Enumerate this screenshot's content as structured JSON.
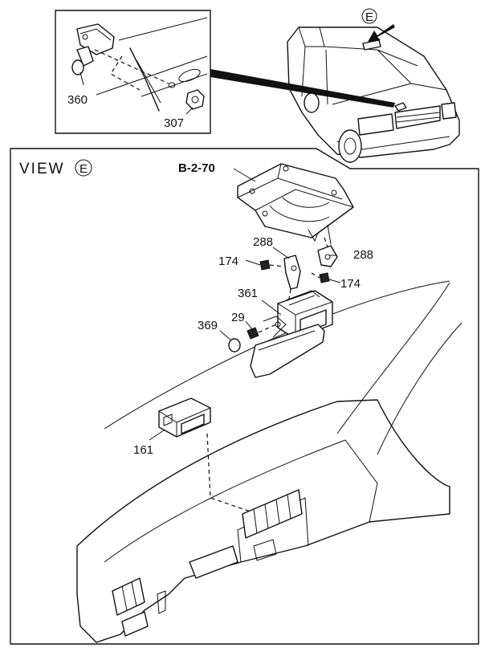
{
  "view": {
    "label": "VIEW",
    "callout": "E"
  },
  "truck_callout": "E",
  "parts": {
    "p360": "360",
    "p307": "307",
    "ref": "B-2-70",
    "p288a": "288",
    "p288b": "288",
    "p174a": "174",
    "p174b": "174",
    "p361": "361",
    "p369": "369",
    "p29": "29",
    "p161": "161"
  }
}
